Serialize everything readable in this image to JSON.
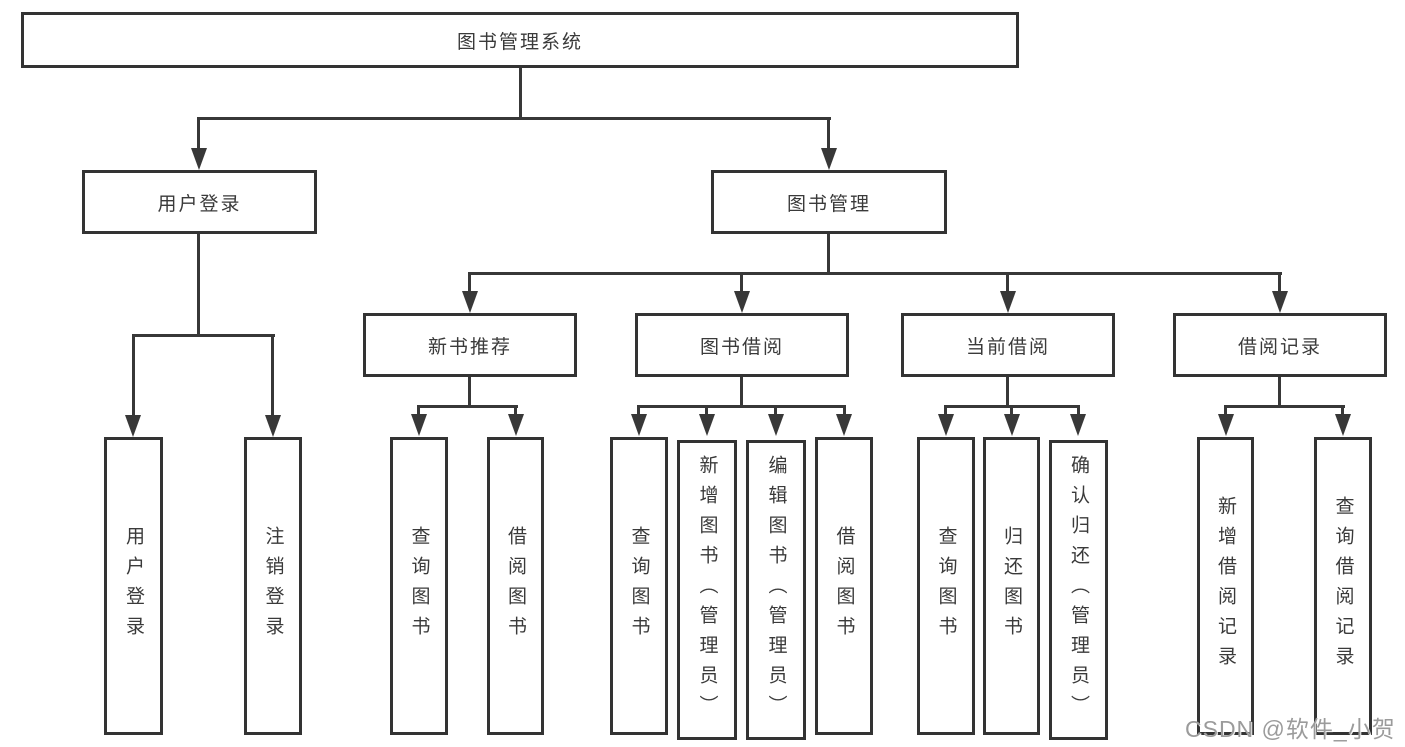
{
  "diagram_title": "图书管理系统",
  "tree": {
    "root": {
      "label": "图书管理系统"
    },
    "branches": [
      {
        "label": "用户登录",
        "children": [
          {
            "label": "用户登录"
          },
          {
            "label": "注销登录"
          }
        ]
      },
      {
        "label": "图书管理",
        "children": [
          {
            "label": "新书推荐",
            "children": [
              {
                "label": "查询图书"
              },
              {
                "label": "借阅图书"
              }
            ]
          },
          {
            "label": "图书借阅",
            "children": [
              {
                "label": "查询图书"
              },
              {
                "label": "新增图书（管理员）"
              },
              {
                "label": "编辑图书（管理员）"
              },
              {
                "label": "借阅图书"
              }
            ]
          },
          {
            "label": "当前借阅",
            "children": [
              {
                "label": "查询图书"
              },
              {
                "label": "归还图书"
              },
              {
                "label": "确认归还（管理员）"
              }
            ]
          },
          {
            "label": "借阅记录",
            "children": [
              {
                "label": "新增借阅记录"
              },
              {
                "label": "查询借阅记录"
              }
            ]
          }
        ]
      }
    ]
  },
  "watermark": {
    "text": "CSDN @软件_小贺同学",
    "color": "#9b9b9b"
  },
  "colors": {
    "background": "#ffffff",
    "line": "#383838",
    "box_border": "#333333",
    "text": "#3a3a3a"
  }
}
